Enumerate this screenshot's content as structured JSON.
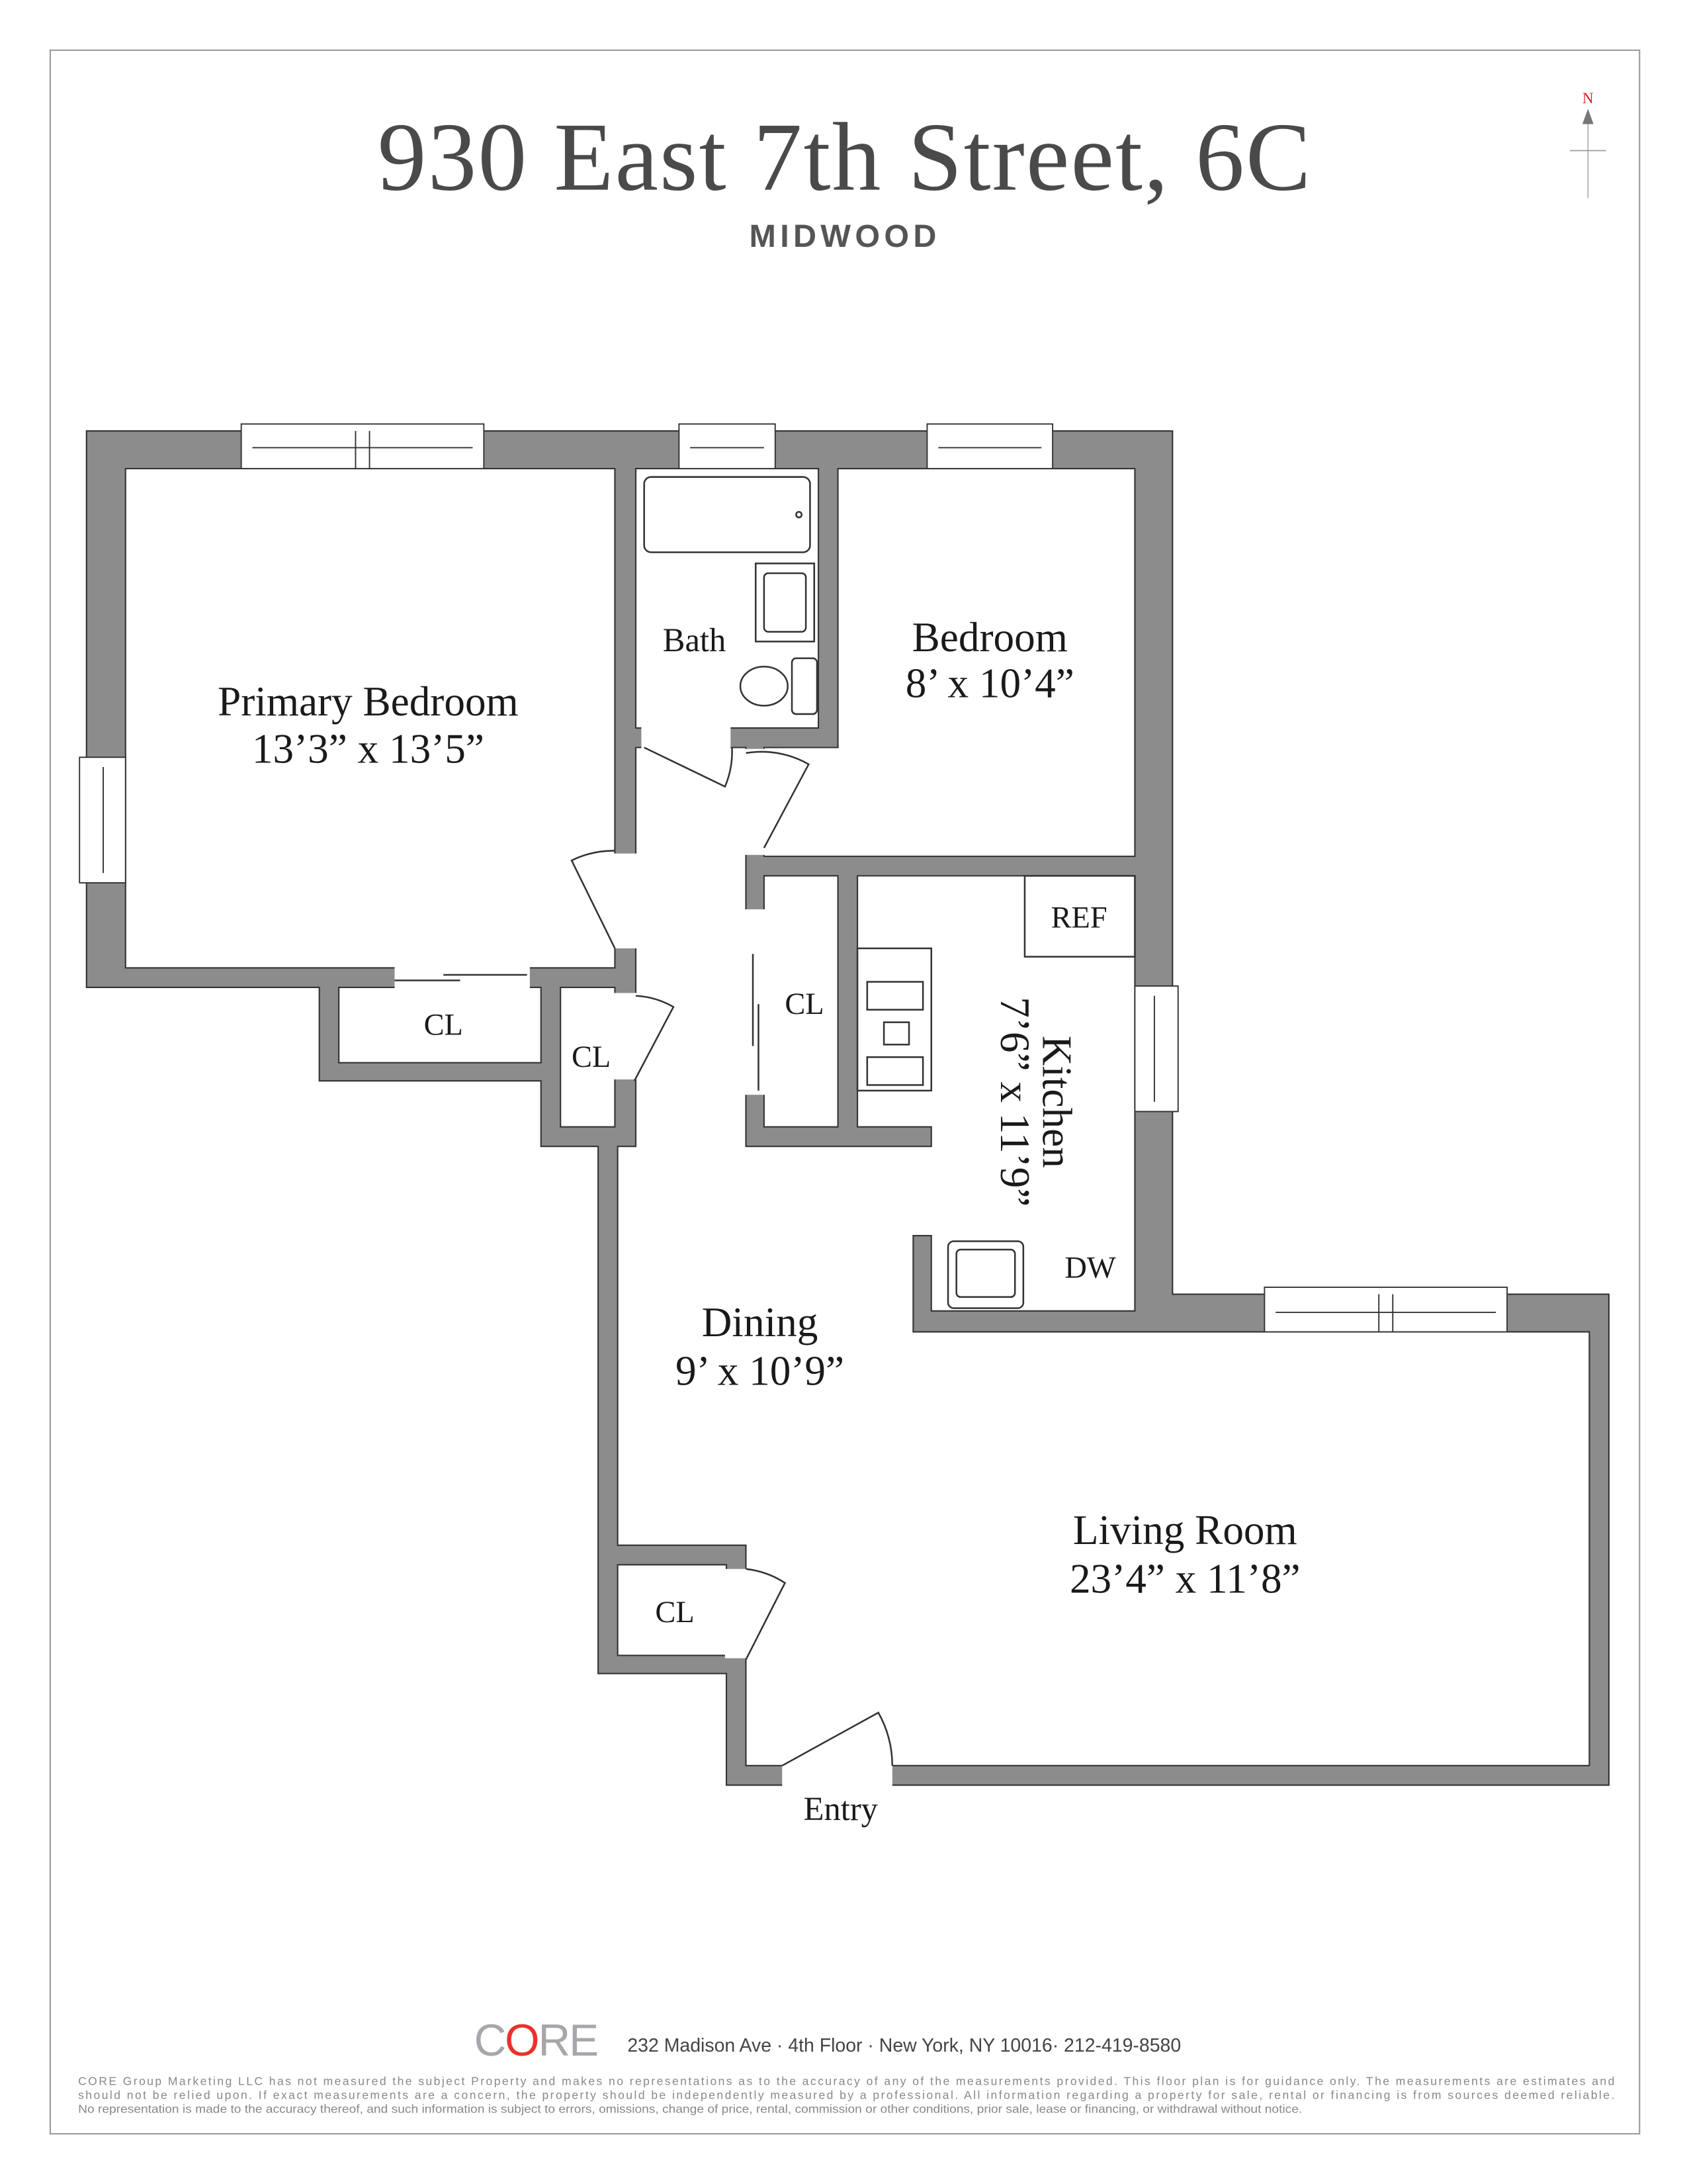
{
  "header": {
    "title": "930 East 7th Street, 6C",
    "neighborhood": "MIDWOOD"
  },
  "compass": {
    "label": "N",
    "icon": "north-arrow-icon",
    "label_color": "#e02020"
  },
  "rooms": {
    "primary_bedroom": {
      "name": "Primary Bedroom",
      "size": "13’3” x 13’5”"
    },
    "bath": {
      "name": "Bath"
    },
    "bedroom": {
      "name": "Bedroom",
      "size": "8’ x 10’4”"
    },
    "ref": "REF",
    "kitchen": {
      "name": "Kitchen",
      "size": "7’6” x 11’9”"
    },
    "dw": "DW",
    "closet_primary": "CL",
    "closet_small": "CL",
    "closet_hall": "CL",
    "closet_living": "CL",
    "dining": {
      "name": "Dining",
      "size": "9’ x 10’9”"
    },
    "living": {
      "name": "Living Room",
      "size": "23’4” x 11’8”"
    },
    "entry": "Entry"
  },
  "colors": {
    "wall": "#8c8c8c",
    "logo_accent": "#e8322b",
    "logo_gray": "#a7a7ab"
  },
  "footer": {
    "logo": {
      "c": "C",
      "o": "O",
      "re": "RE"
    },
    "address": "232 Madison Ave · 4th Floor · New York, NY 10016· 212-419-8580",
    "disclaimer_1": "CORE Group Marketing LLC has not measured the subject Property and makes no representations as to the accuracy of any of the measurements provided. This floor plan is for guidance only. The measurements are estimates and",
    "disclaimer_2": "should not be relied upon. If exact measurements are a concern, the property should be independently measured by a professional. All information regarding a property for sale, rental or financing is from sources deemed reliable.",
    "disclaimer_3": "No representation is made to the accuracy thereof, and such information is subject to errors, omissions, change of price, rental, commission or other conditions, prior sale, lease or financing, or withdrawal without notice."
  }
}
